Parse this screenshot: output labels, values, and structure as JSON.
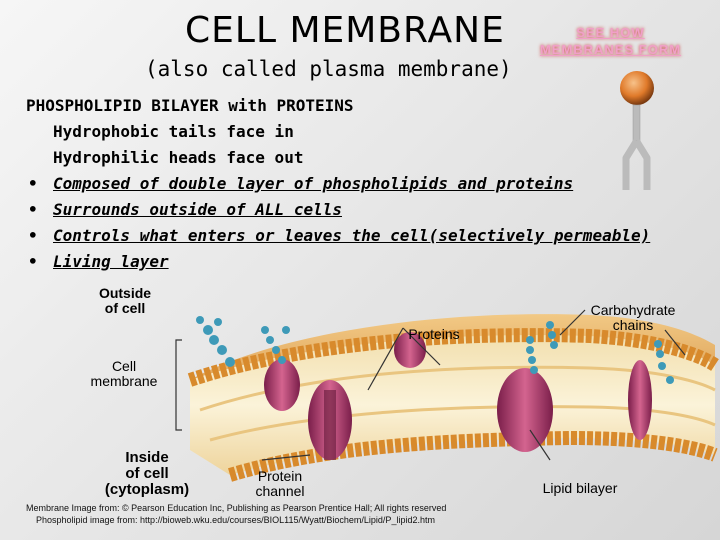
{
  "title": "CELL MEMBRANE",
  "subtitle": "(also called plasma membrane)",
  "see_link": {
    "line1": "SEE HOW",
    "line2": "MEMBRANES FORM"
  },
  "heading": "PHOSPHOLIPID BILAYER with PROTEINS",
  "sub_points": [
    "Hydrophobic tails face in",
    "Hydrophilic heads face out"
  ],
  "bullets": [
    "Composed of double layer of phospholipids and proteins",
    "Surrounds outside of ALL cells",
    "Controls what enters or leaves the cell(selectively permeable)",
    "Living layer"
  ],
  "diagram_labels": {
    "outside": [
      "Outside",
      "of cell"
    ],
    "proteins": "Proteins",
    "carbohydrate": [
      "Carbohydrate",
      "chains"
    ],
    "membrane": [
      "Cell",
      "membrane"
    ],
    "inside": [
      "Inside",
      "of cell",
      "(cytoplasm)"
    ],
    "channel": [
      "Protein",
      "channel"
    ],
    "lipid": "Lipid bilayer"
  },
  "credits": [
    "Membrane Image from: © Pearson Education Inc, Publishing as Pearson Prentice Hall; All rights reserved",
    "Phospholipid image from: http://bioweb.wku.edu/courses/BIOL115/Wyatt/Biochem/Lipid/P_lipid2.htm"
  ],
  "colors": {
    "lipid_head": "#e8a03c",
    "protein": "#b83a70",
    "carbohydrate": "#3e9ab8",
    "see_link": "#f0a0c8"
  },
  "icons": [
    "phospholipid-icon",
    "cell-membrane-diagram"
  ]
}
